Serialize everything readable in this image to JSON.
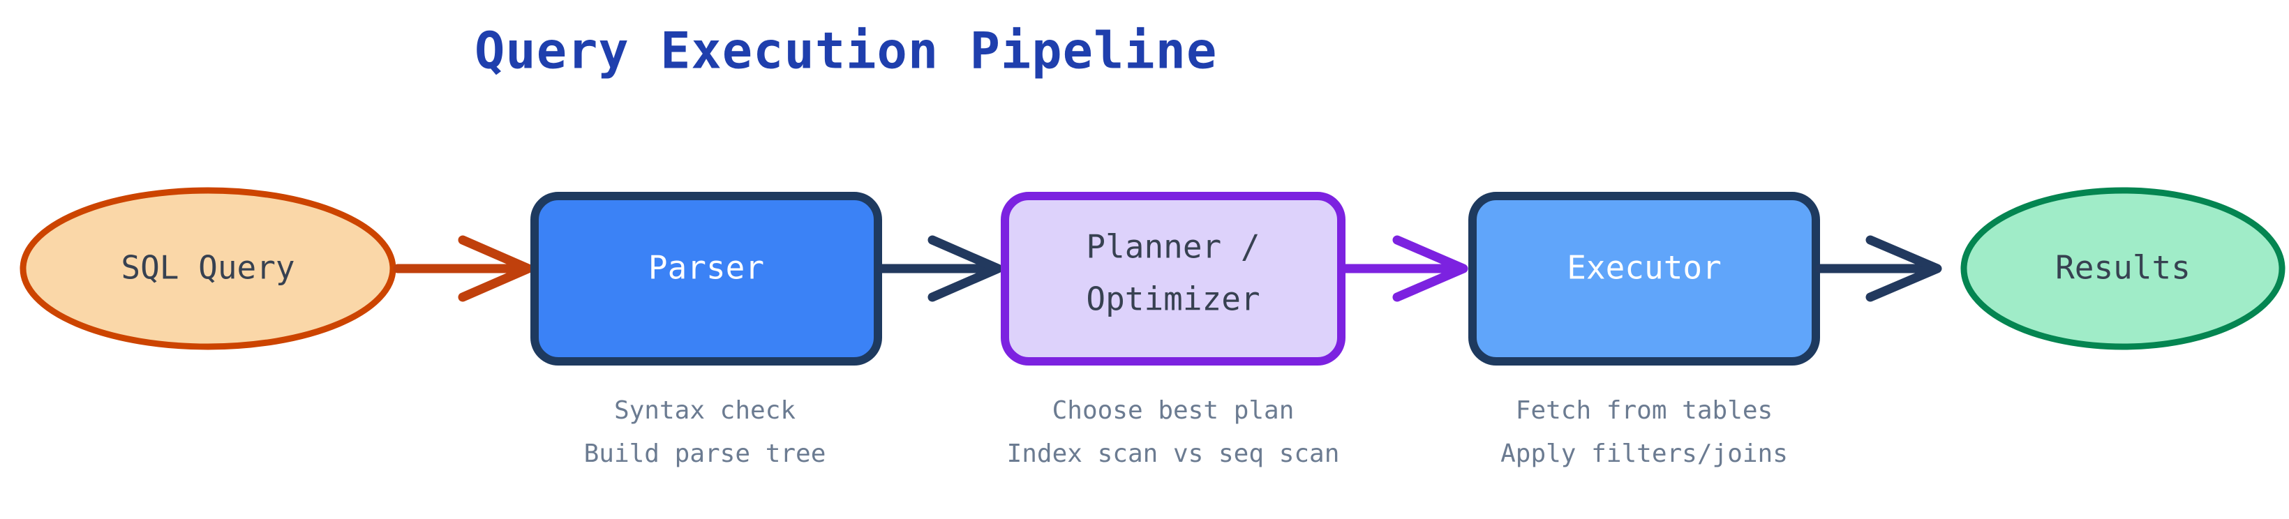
{
  "diagram": {
    "title": "Query Execution Pipeline",
    "title_color": "#1f3fad",
    "background": "#ffffff",
    "type": "flowchart",
    "orientation": "left-to-right",
    "nodes": [
      {
        "id": "sql-query",
        "label": "SQL Query",
        "shape": "ellipse",
        "fill": "#fad7a8",
        "stroke": "#cc4400",
        "text_color": "#374151",
        "caption": null
      },
      {
        "id": "parser",
        "label": "Parser",
        "shape": "rounded-rect",
        "fill": "#3b82f6",
        "stroke": "#1e3a5f",
        "text_color": "#ffffff",
        "caption": {
          "line1": "Syntax check",
          "line2": "Build parse tree"
        }
      },
      {
        "id": "planner-optimizer",
        "label_line1": "Planner /",
        "label_line2": "Optimizer",
        "shape": "rounded-rect",
        "fill": "#ddd2fb",
        "stroke": "#7c22e0",
        "text_color": "#374151",
        "caption": {
          "line1": "Choose best plan",
          "line2": "Index scan vs seq scan"
        }
      },
      {
        "id": "executor",
        "label": "Executor",
        "shape": "rounded-rect",
        "fill": "#60a5fa",
        "stroke": "#1e3a5f",
        "text_color": "#ffffff",
        "caption": {
          "line1": "Fetch from tables",
          "line2": "Apply filters/joins"
        }
      },
      {
        "id": "results",
        "label": "Results",
        "shape": "ellipse",
        "fill": "#a0ecc8",
        "stroke": "#048551",
        "text_color": "#374151",
        "caption": null
      }
    ],
    "edges": [
      {
        "id": "edge-sql-to-parser",
        "from": "sql-query",
        "to": "parser",
        "color": "#c0400c"
      },
      {
        "id": "edge-parser-to-planner",
        "from": "parser",
        "to": "planner-optimizer",
        "color": "#22395e"
      },
      {
        "id": "edge-planner-to-executor",
        "from": "planner-optimizer",
        "to": "executor",
        "color": "#7c22e0"
      },
      {
        "id": "edge-executor-to-results",
        "from": "executor",
        "to": "results",
        "color": "#22395e"
      }
    ],
    "caption_color": "#6b7b91"
  }
}
